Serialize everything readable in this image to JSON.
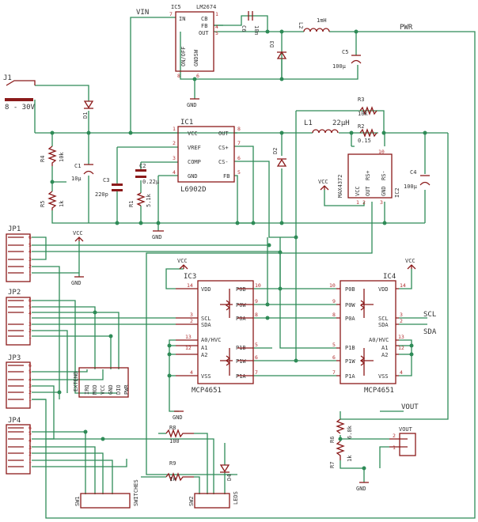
{
  "nets": {
    "vin": "VIN",
    "pwr": "PWR",
    "vout": "VOUT",
    "scl": "SCL",
    "sda": "SDA",
    "vcc": "VCC",
    "gnd": "GND"
  },
  "connectors": {
    "j1": {
      "ref": "J1",
      "label": "8 - 30V"
    },
    "jp1": {
      "ref": "JP1",
      "pins": [
        "6",
        "5",
        "4",
        "3",
        "2",
        "1"
      ]
    },
    "jp2": {
      "ref": "JP2",
      "pins": [
        "6",
        "5",
        "4",
        "3",
        "2",
        "1"
      ]
    },
    "jp3": {
      "ref": "JP3",
      "pins": [
        "6",
        "5",
        "4",
        "3",
        "2",
        "1"
      ]
    },
    "jp4": {
      "ref": "JP4",
      "pins": [
        "6",
        "5",
        "4",
        "3",
        "2",
        "1"
      ]
    },
    "vout_conn": {
      "label": "VOUT",
      "pins": [
        "2",
        "1"
      ]
    }
  },
  "ic5": {
    "ref": "IC5",
    "part": "LM2674",
    "pins": [
      "IN",
      "CB",
      "FB",
      "OUT",
      "ON/OFF",
      "GNDSW"
    ],
    "pin_numbers": [
      "7",
      "1",
      "4",
      "5",
      "8",
      "6"
    ]
  },
  "ic1": {
    "ref": "IC1",
    "part": "L6902D",
    "pins_left": [
      "VCC",
      "VREF",
      "COMP",
      "GND"
    ],
    "pins_right": [
      "OUT",
      "CS+",
      "CS-",
      "FB"
    ],
    "pin_numbers": [
      "1",
      "2",
      "3",
      "4",
      "8",
      "7",
      "6",
      "5"
    ]
  },
  "ic2": {
    "ref": "IC2",
    "part": "MAX4372",
    "pins": [
      "VCC",
      "RS+",
      "RS-",
      "OUT",
      "GND"
    ],
    "pin_numbers": [
      "1",
      "10",
      "2",
      "3"
    ]
  },
  "ic3": {
    "ref": "IC3",
    "part": "MCP4651",
    "pins_left": [
      "VDD",
      "SCL",
      "SDA",
      "A0/HVC",
      "A1",
      "A2",
      "VSS"
    ],
    "pins_right": [
      "P0B",
      "P0W",
      "P0A",
      "P1B",
      "P1W",
      "P1A"
    ],
    "pin_numbers": [
      "14",
      "3",
      "2",
      "13",
      "12",
      "4",
      "10",
      "9",
      "8",
      "5",
      "6",
      "7"
    ]
  },
  "ic4": {
    "ref": "IC4",
    "part": "MCP4651",
    "pins_left": [
      "P0B",
      "P0W",
      "P0A",
      "P1B",
      "P1W",
      "P1A"
    ],
    "pins_right": [
      "VDD",
      "SCL",
      "SDA",
      "A0/HVC",
      "A1",
      "A2",
      "VSS"
    ],
    "pin_numbers": [
      "10",
      "9",
      "8",
      "5",
      "6",
      "7",
      "14",
      "3",
      "2",
      "13",
      "12",
      "4"
    ]
  },
  "passives": {
    "l1": {
      "ref": "L1",
      "value": "22µH"
    },
    "l2": {
      "ref": "L2",
      "value": "1mH"
    },
    "r1": {
      "ref": "R1",
      "value": "5.1k"
    },
    "r2": {
      "ref": "R2",
      "value": "0.15"
    },
    "r3": {
      "ref": "R3",
      "value": "10k"
    },
    "r4": {
      "ref": "R4",
      "value": "10k"
    },
    "r5": {
      "ref": "R5",
      "value": "1k"
    },
    "r6": {
      "ref": "R6",
      "value": "6.8k"
    },
    "r7": {
      "ref": "R7",
      "value": "1k"
    },
    "r8": {
      "ref": "R8",
      "value": "100"
    },
    "r9": {
      "ref": "R9",
      "value": "1k"
    },
    "c1": {
      "ref": "C1",
      "value": "10µ"
    },
    "c2": {
      "ref": "C2",
      "value": "0.22µ"
    },
    "c3": {
      "ref": "C3",
      "value": "220p"
    },
    "c4": {
      "ref": "C4",
      "value": "100µ"
    },
    "c5": {
      "ref": "C5",
      "value": "100µ"
    },
    "c6": {
      "ref": "C6",
      "value": "10n"
    },
    "d1": {
      "ref": "D1"
    },
    "d2": {
      "ref": "D2"
    },
    "d3": {
      "ref": "D3"
    },
    "d4": {
      "ref": "D4"
    }
  },
  "extend": {
    "label": "EXTEND",
    "pins": [
      "IRQ",
      "MOD",
      "VCC",
      "GND",
      "DIO",
      "PWR"
    ]
  },
  "sw1": {
    "ref": "SW1",
    "label": "SWITCHES"
  },
  "sw2": {
    "ref": "SW2",
    "label": "LEDS"
  }
}
